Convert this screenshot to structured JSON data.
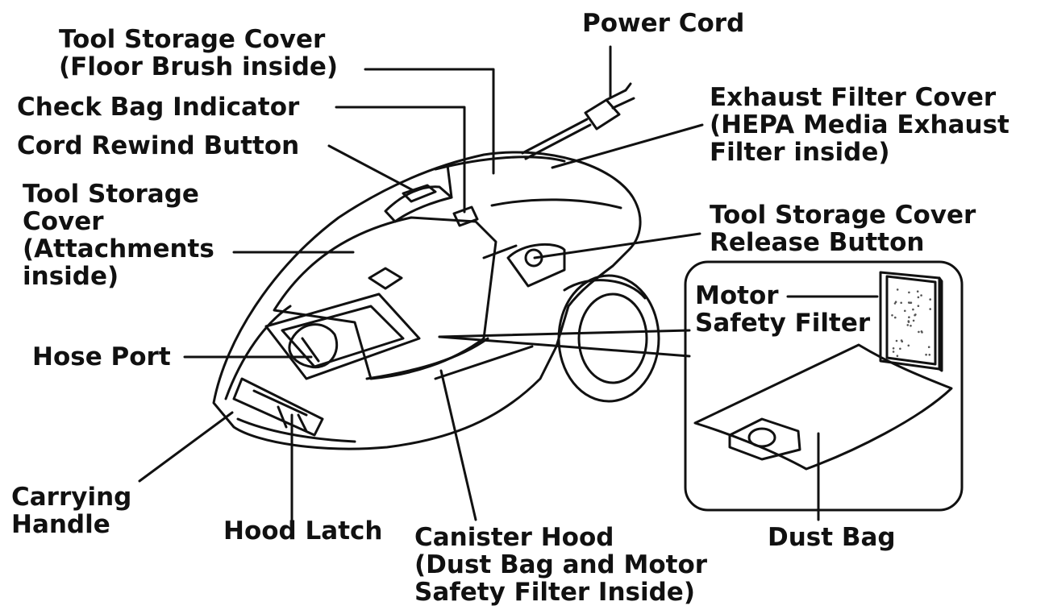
{
  "colors": {
    "ink": "#111111",
    "background": "#ffffff",
    "filter_dots": "#555555"
  },
  "labels": {
    "power_cord": [
      "Power Cord"
    ],
    "tool_storage_floor": [
      "Tool Storage Cover",
      "(Floor Brush inside)"
    ],
    "check_bag": [
      "Check Bag Indicator"
    ],
    "cord_rewind": [
      "Cord Rewind Button"
    ],
    "tool_storage_attach": [
      "Tool Storage",
      "Cover",
      "(Attachments",
      "inside)"
    ],
    "hose_port": [
      "Hose Port"
    ],
    "carrying_handle": [
      "Carrying",
      "Handle"
    ],
    "hood_latch": [
      "Hood Latch"
    ],
    "canister_hood": [
      "Canister Hood",
      "(Dust Bag and Motor",
      "Safety Filter Inside)"
    ],
    "exhaust_filter": [
      "Exhaust Filter Cover",
      "(HEPA Media Exhaust",
      "Filter inside)"
    ],
    "release_button": [
      "Tool Storage Cover",
      "Release Button"
    ],
    "motor_filter": [
      "Motor",
      "Safety Filter"
    ],
    "dust_bag": [
      "Dust Bag"
    ]
  }
}
